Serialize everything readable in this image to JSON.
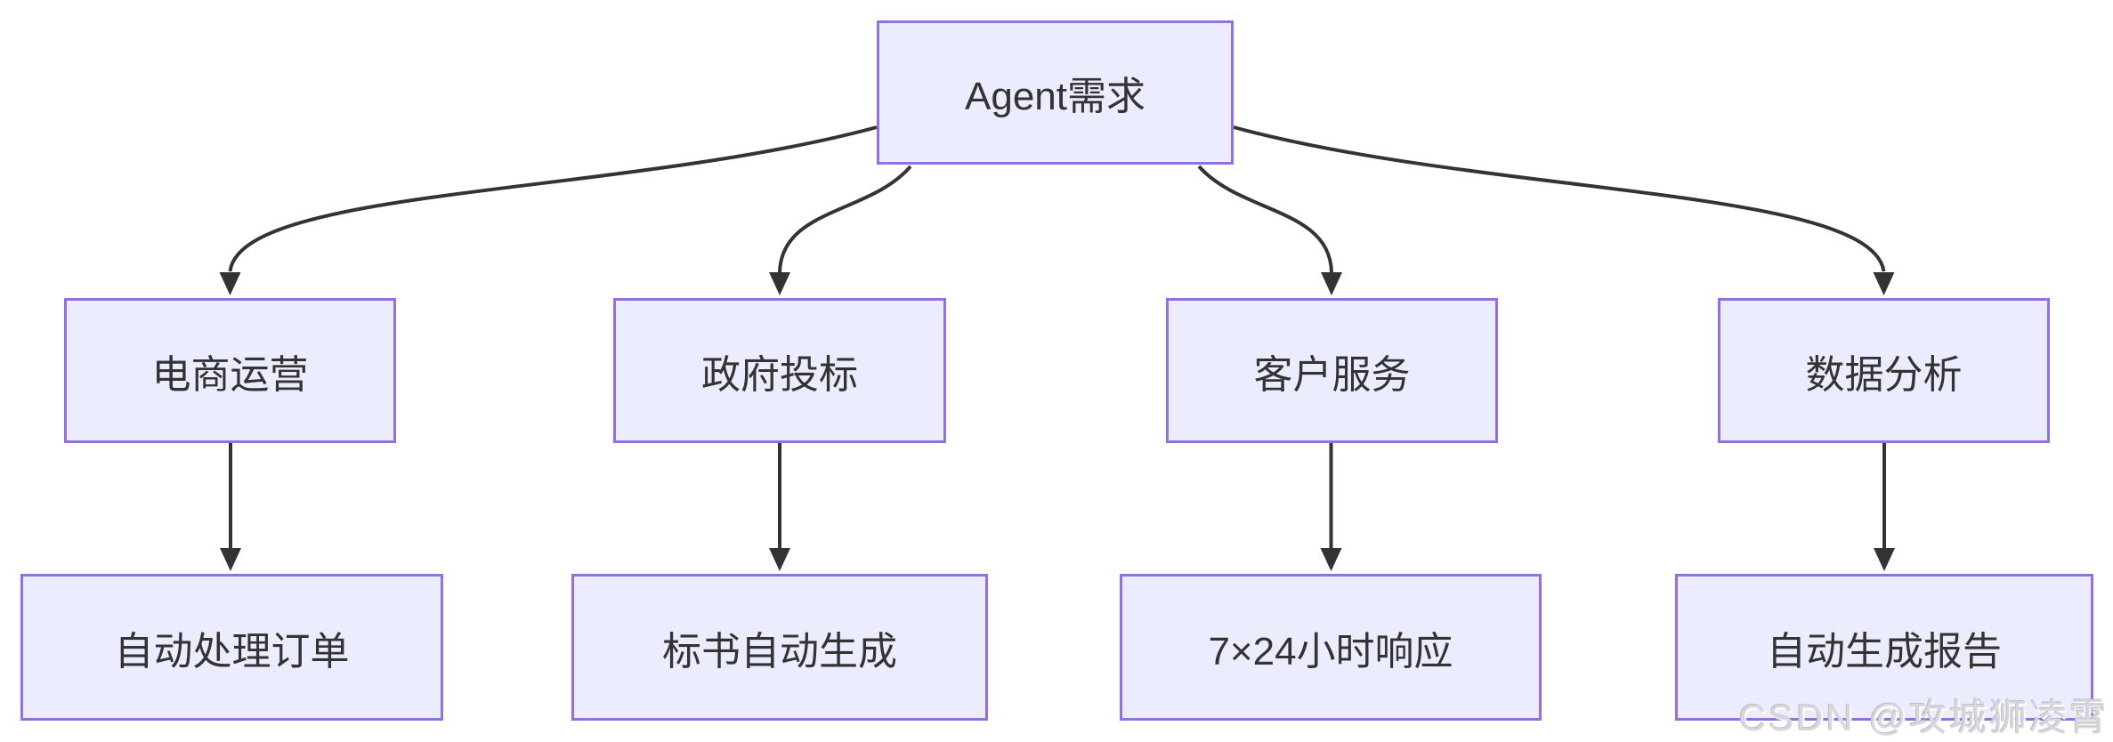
{
  "diagram": {
    "type": "flowchart",
    "direction": "top-down",
    "colors": {
      "node_fill": "#ECECFF",
      "node_border": "#9370DB",
      "edge": "#333333",
      "text": "#333333"
    },
    "nodes": [
      {
        "id": "A",
        "label": "Agent需求",
        "level": 0
      },
      {
        "id": "B",
        "label": "电商运营",
        "level": 1
      },
      {
        "id": "C",
        "label": "政府投标",
        "level": 1
      },
      {
        "id": "D",
        "label": "客户服务",
        "level": 1
      },
      {
        "id": "E",
        "label": "数据分析",
        "level": 1
      },
      {
        "id": "F",
        "label": "自动处理订单",
        "level": 2
      },
      {
        "id": "G",
        "label": "标书自动生成",
        "level": 2
      },
      {
        "id": "H",
        "label": "7×24小时响应",
        "level": 2
      },
      {
        "id": "I",
        "label": "自动生成报告",
        "level": 2
      }
    ],
    "edges": [
      {
        "from": "A",
        "to": "B"
      },
      {
        "from": "A",
        "to": "C"
      },
      {
        "from": "A",
        "to": "D"
      },
      {
        "from": "A",
        "to": "E"
      },
      {
        "from": "B",
        "to": "F"
      },
      {
        "from": "C",
        "to": "G"
      },
      {
        "from": "D",
        "to": "H"
      },
      {
        "from": "E",
        "to": "I"
      }
    ]
  },
  "watermark": {
    "text": "CSDN @攻城狮凌霄"
  }
}
